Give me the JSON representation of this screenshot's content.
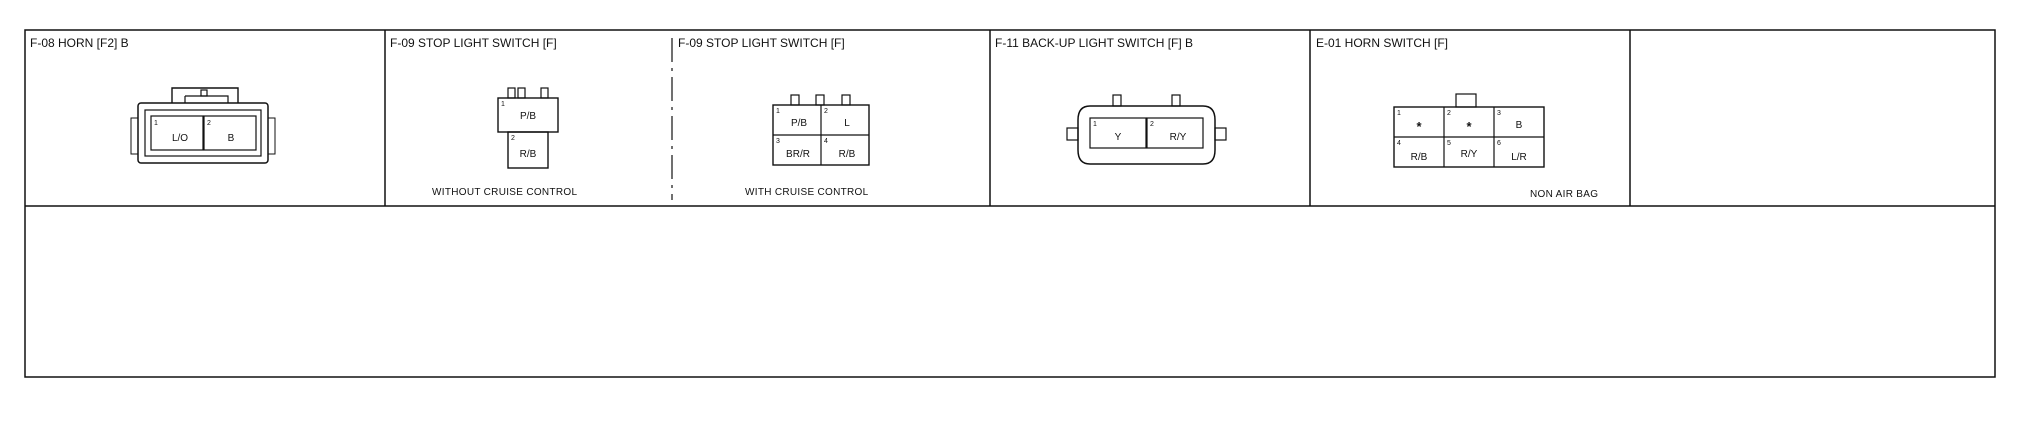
{
  "connectors": [
    {
      "id": "f08",
      "title": "F-08 HORN [F2] B",
      "note": "",
      "pins": [
        {
          "num": "1",
          "label": "L/O"
        },
        {
          "num": "2",
          "label": "B"
        }
      ]
    },
    {
      "id": "f09a",
      "title": "F-09 STOP LIGHT SWITCH [F]",
      "note": "WITHOUT CRUISE CONTROL",
      "pins": [
        {
          "num": "1",
          "label": "P/B"
        },
        {
          "num": "2",
          "label": "R/B"
        }
      ]
    },
    {
      "id": "f09b",
      "title": "F-09 STOP LIGHT SWITCH [F]",
      "note": "WITH CRUISE CONTROL",
      "pins": [
        {
          "num": "1",
          "label": "P/B"
        },
        {
          "num": "2",
          "label": "L"
        },
        {
          "num": "3",
          "label": "BR/R"
        },
        {
          "num": "4",
          "label": "R/B"
        }
      ]
    },
    {
      "id": "f11",
      "title": "F-11 BACK-UP LIGHT SWITCH [F] B",
      "note": "",
      "pins": [
        {
          "num": "1",
          "label": "Y"
        },
        {
          "num": "2",
          "label": "R/Y"
        }
      ]
    },
    {
      "id": "e01",
      "title": "E-01 HORN SWITCH [F]",
      "note": "NON AIR BAG",
      "pins": [
        {
          "num": "1",
          "label": "*"
        },
        {
          "num": "2",
          "label": "*"
        },
        {
          "num": "3",
          "label": "B"
        },
        {
          "num": "4",
          "label": "R/B"
        },
        {
          "num": "5",
          "label": "R/Y"
        },
        {
          "num": "6",
          "label": "L/R"
        }
      ]
    }
  ]
}
